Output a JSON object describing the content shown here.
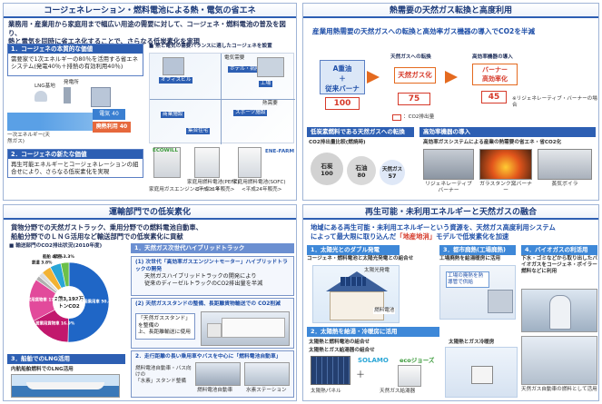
{
  "p1": {
    "title": "コージェネレーション・燃料電池による熱・電気の省エネ",
    "lead1": "業務用・産業用から家庭用まで幅広い用途の需要に対して、コージェネ・燃料電池の普及を図り、",
    "lead2": "熱と電気を同時に省エネ化することで、さらなる低炭素化を実現",
    "box1_title": "1．コージェネの本質的な価値",
    "box1_text": "需要家で1次エネルギーの80％を活用する省エネシステム(発電40％＋排熱の有効利用40％)",
    "diagram_title": "■ 熱と電気の需要バランスに適したコージェネを設置",
    "lng": "LNG基地",
    "plant": "発電所",
    "gen": "電気",
    "heat": "熱",
    "primary": "一次エネルギー(天然ガス)",
    "power_label": "電気 40",
    "heat_label": "廃熱利用 40",
    "box2_title": "2．コージェネの新たな価値",
    "box2_text": "再生可能エネルギーとコージェネレーションの組合せにより、さらなる低炭素化を実現",
    "axis_top": "電気需要",
    "axis_bottom": "熱需要",
    "cap1": "家庭用燃料電池(PEFC)",
    "cap2": "家庭用燃料電池(SOFC)",
    "cap3": "家庭用ガスエンジンコージェネ",
    "cap3b": "<平成21年販売>",
    "cap2b": "<平成24年販売>",
    "bldg1": "ホテル・病院",
    "bldg2": "オフィスビル",
    "bldg3": "工場",
    "bldg4": "スポーツ施設",
    "bldg5": "商業施設",
    "bldg6": "集合住宅",
    "ecowill": "ECOWILL",
    "enefarm": "ENE-FARM"
  },
  "p2": {
    "title": "熱需要の天然ガス転換と高度利用",
    "lead": "産業用熱需要の天然ガスへの転換と高効率ガス機器の導入でCO2を半減",
    "before_top": "A重油",
    "before_mid": "＋",
    "before_bot": "従来バーナ",
    "conv_label": "天然ガスへの転換",
    "conv_box": "天然ガス化",
    "high_label": "高効率機器の導入",
    "burner_top": "バーナー",
    "burner_bot": "高効率化",
    "v100": "100",
    "v75": "75",
    "v45": "45",
    "regen_note": "※リジェネレーティブ・バーナーの場合",
    "co2_legend": "：CO2排出量",
    "sec1_title": "低炭素燃料である天然ガスへの転換",
    "sec1_sub": "CO2排出量比較(燃焼時)",
    "c1_name": "石炭",
    "c1_val": "100",
    "c2_name": "石油",
    "c2_val": "80",
    "c3_name": "天然ガス",
    "c3_val": "57",
    "sec2_title": "高効率機器の導入",
    "sec2_sub": "高効率ガスシステムによる産業の熱需要の省エネ・省CO2化",
    "ph1": "リジェネレーティブバーナー",
    "ph2": "ガラスタンク窯バーナー",
    "ph3": "蒸気ボイラ"
  },
  "p3": {
    "title": "運輸部門での低炭素化",
    "lead1": "貨物分野での天然ガストラック、乗用分野での燃料電池自動車、",
    "lead2": "船舶分野でのＬＮＧ活用など輸送部門での低炭素化に貢献",
    "chart_title": "■ 輸送部門のCO2排出状況(2010年度)",
    "center_text1": "2億3,192万",
    "center_text2": "トンCO2",
    "note_ship": "内航船舶燃料でのLNG活用",
    "sec1": "1．天然ガス次世代ハイブリッドトラック",
    "sec1a": "(1) 次世代「高効率ガスエンジン＋モーター」ハイブリッドトラックの開発",
    "sec1a_text1": "天然ガスハイブリッドトラックの開発により",
    "sec1a_text2": "従来のディーゼルトラックのCO2排出量を半減",
    "sec1b": "(2) 天然ガススタンドの整備、長距離貨物輸送での CO2削減",
    "sec1b_text1": "「天然ガススタンド」を整備の",
    "sec1b_text2": "上、長距離輸送に使用",
    "sec2": "2．走行距離の長い乗用車やバスを中心に「燃料電池自動車」",
    "sec2_cap1": "燃料電池自動車・バス向けの",
    "sec2_cap2": "「水素」スタンド整備",
    "fc_car": "燃料電池自動車",
    "h2_station": "水素ステーション",
    "sec3": "3．船舶でのLNG活用"
  },
  "p4": {
    "title": "再生可能・未利用エネルギーと天然ガスの融合",
    "lead1": "地域にある再生可能・未利用エネルギーという資源を、天然ガス高度利用システム",
    "lead2a": "によって最大限に取り込んだ",
    "lead2b": "「地産地消」",
    "lead2c": "モデルで低炭素化を加速",
    "s1": "1．太陽光とのダブル発電",
    "s1_text": "コージェネ・燃料電池と太陽光発電との組合せ",
    "s3": "3．都市廃熱(工場廃熱)",
    "s3_text": "工場廃熱を給湯暖房に活用",
    "s4": "4．バイオガスの利活用",
    "s4_text": "下水・ゴミなどから取り出したバイオガスをコージェネ・ボイラー燃料などに利用",
    "s2": "2．太陽熱を給湯・冷暖房に活用",
    "s2_text1": "太陽熱と燃料電池の組合せ",
    "s2_text2": "太陽熱とガス給湯器の組合せ",
    "s2b": "太陽熱とガス冷暖房",
    "solar_panel": "太陽光発電",
    "fc_label": "燃料電池",
    "heat_panel": "太陽熱パネル",
    "gas_heater": "天然ガス給湯器",
    "plus": "＋",
    "factory_cap": "工場の廃熱を熱導管で供給",
    "s4_cap": "天然ガス自動車の燃料として活用",
    "solamo": "SOLAMO",
    "ecojozu": "ecoジョーズ"
  },
  "chart_data": {
    "type": "pie",
    "title": "■ 輸送部門のCO2排出状況(2010年度)",
    "center_label": "2億3,192万 トンCO2",
    "slices": [
      {
        "name": "自家用乗用車",
        "value": 50.4,
        "label": "2．燃料電池 自家用乗用車 50.4%"
      },
      {
        "name": "営業用貨物車",
        "value": 16.9,
        "label": "営業用 貨物車 16.9%"
      },
      {
        "name": "自家用貨物車",
        "value": 17.3,
        "label": "自家用 貨物車 17.3%"
      },
      {
        "name": "バス",
        "value": 1.8,
        "label": "バス 1.8%"
      },
      {
        "name": "タクシー",
        "value": 1.6,
        "label": "タクシー 1.6%"
      },
      {
        "name": "二輪車",
        "value": 0.4,
        "label": "二輪車 0.4%"
      },
      {
        "name": "鉄道",
        "value": 3.8,
        "label": "鉄道 3.8%"
      },
      {
        "name": "船舶",
        "value": 4.5,
        "label": "船舶 4.5%"
      },
      {
        "name": "航空",
        "value": 3.3,
        "label": "航空 3.3%"
      }
    ],
    "colors": [
      "#1f66c6",
      "#c2186d",
      "#e24a9b",
      "#b0b0b0",
      "#d9d9d9",
      "#8a8a8a",
      "#f2b233",
      "#2aa6d6",
      "#6cc04a"
    ]
  }
}
